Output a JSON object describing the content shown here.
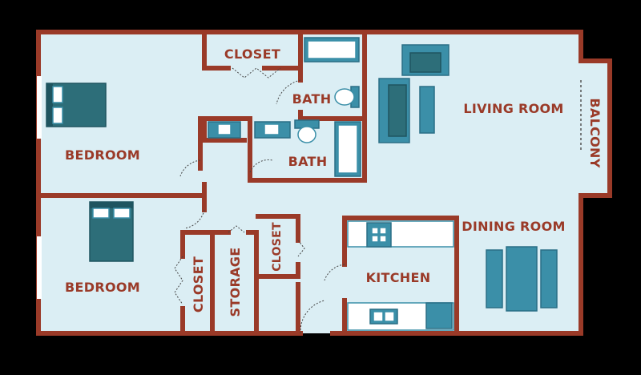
{
  "rooms": {
    "closet_top": "CLOSET",
    "bath_upper": "BATH",
    "bath_lower": "BATH",
    "living_room": "LIVING ROOM",
    "balcony": "BALCONY",
    "bedroom_upper": "BEDROOM",
    "bedroom_lower": "BEDROOM",
    "dining_room": "DINING ROOM",
    "kitchen": "KITCHEN",
    "closet_left": "CLOSET",
    "storage": "STORAGE",
    "closet_mid": "CLOSET"
  },
  "colors": {
    "floor": "#dbeef4",
    "wall": "#9a3a28",
    "furniture": "#3b8fa8",
    "background": "#000000"
  }
}
